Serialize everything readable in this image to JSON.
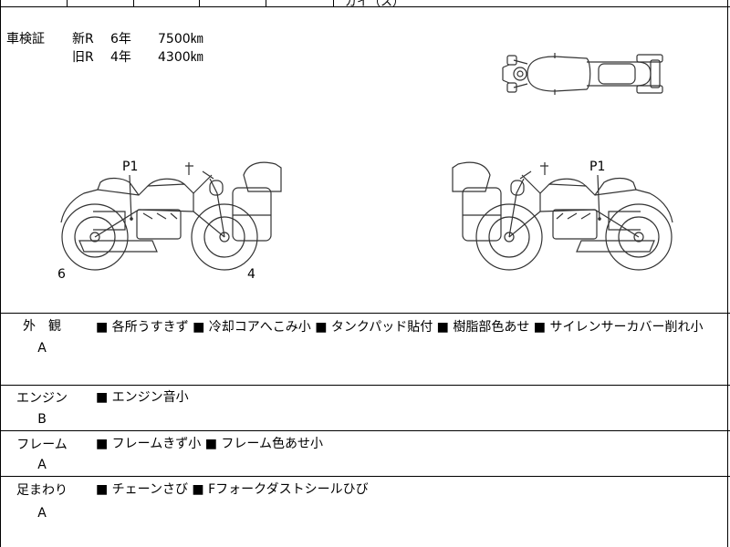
{
  "top_strip": {
    "partial_text": "ガイ（ス）"
  },
  "inspection": {
    "label": "車検証",
    "new": {
      "kind": "新R",
      "years": "6年",
      "km": "7500㎞"
    },
    "old": {
      "kind": "旧R",
      "years": "4年",
      "km": "4300㎞"
    }
  },
  "diagram_markers": {
    "left_point": "P1",
    "left_rear": "6",
    "left_front": "4",
    "right_point": "P1"
  },
  "sections": [
    {
      "title": "外　観",
      "grade": "A",
      "notes": "■ 各所うすきず ■ 冷却コアへこみ小 ■ タンクパッド貼付 ■ 樹脂部色あせ ■ サイレンサーカバー削れ小"
    },
    {
      "title": "エンジン",
      "grade": "B",
      "notes": "■ エンジン音小"
    },
    {
      "title": "フレーム",
      "grade": "A",
      "notes": "■ フレームきず小 ■ フレーム色あせ小"
    },
    {
      "title": "足まわり",
      "grade": "A",
      "notes": "■ チェーンさび ■ Fフォークダストシールひび"
    }
  ]
}
